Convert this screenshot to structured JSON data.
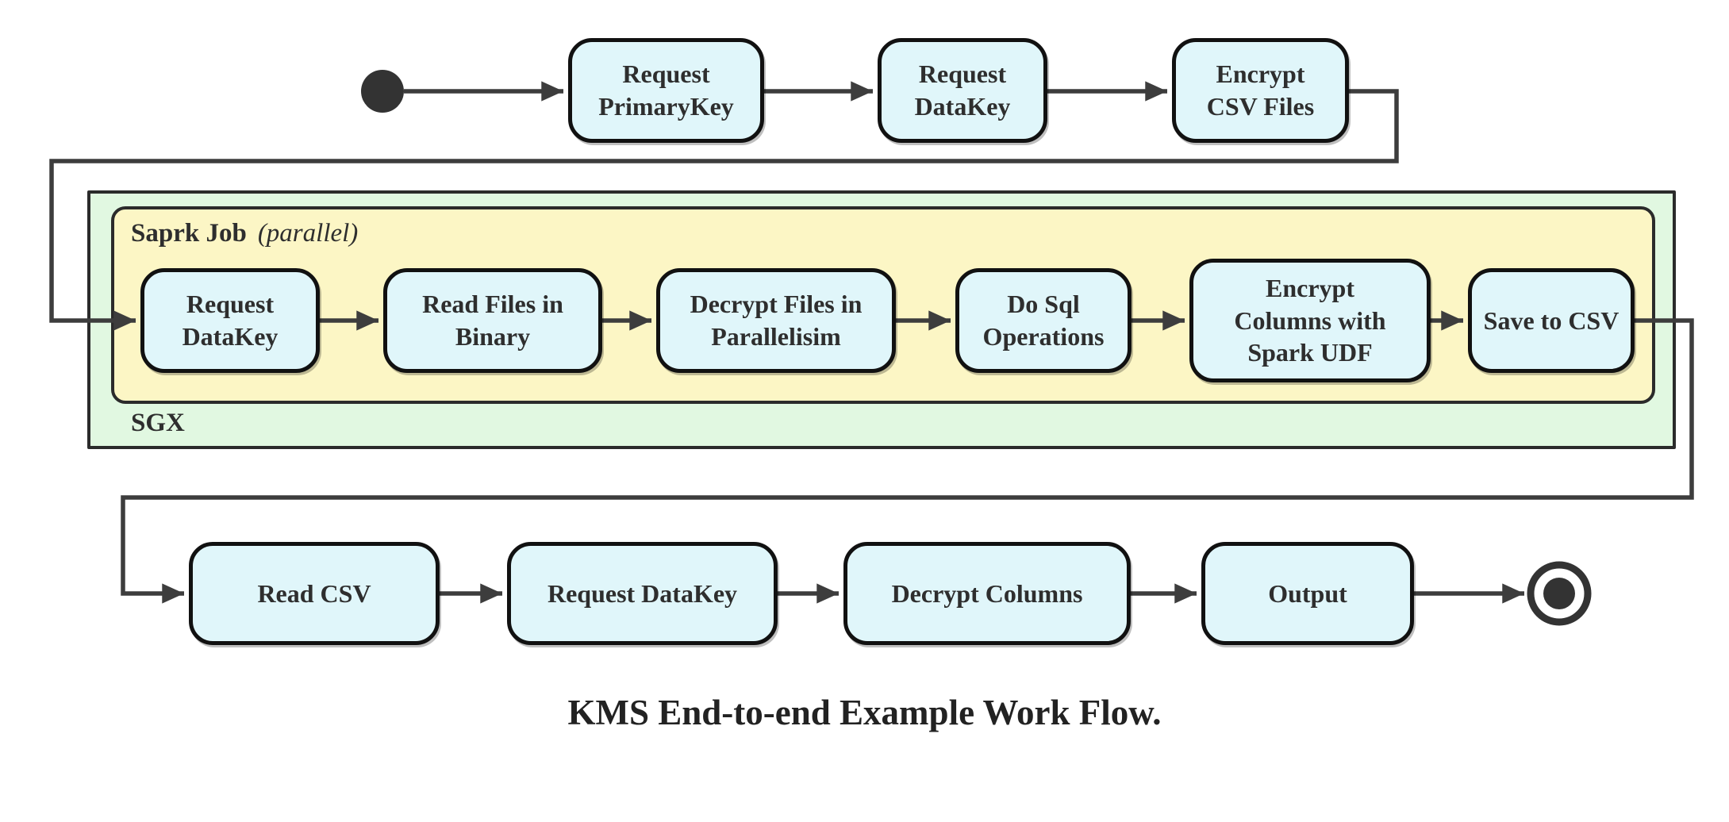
{
  "diagram": {
    "caption": "KMS End-to-end Example Work Flow.",
    "containers": {
      "sgx": {
        "label": "SGX"
      },
      "spark": {
        "label": "Saprk Job",
        "annotation": "(parallel)"
      }
    },
    "nodes": {
      "top": [
        {
          "label": "Request\nPrimaryKey"
        },
        {
          "label": "Request\nDataKey"
        },
        {
          "label": "Encrypt\nCSV Files"
        }
      ],
      "spark": [
        {
          "label": "Request\nDataKey"
        },
        {
          "label": "Read Files in\nBinary"
        },
        {
          "label": "Decrypt Files in\nParallelisim"
        },
        {
          "label": "Do Sql\nOperations"
        },
        {
          "label": "Encrypt\nColumns with\nSpark UDF"
        },
        {
          "label": "Save to CSV"
        }
      ],
      "bottom": [
        {
          "label": "Read CSV"
        },
        {
          "label": "Request DataKey"
        },
        {
          "label": "Decrypt Columns"
        },
        {
          "label": "Output"
        }
      ]
    },
    "terminals": {
      "start": "start",
      "end": "end"
    },
    "colors": {
      "node_fill": "#e0f6fa",
      "node_border": "#111111",
      "spark_fill": "#fcf6c5",
      "sgx_fill": "#e1f8e1",
      "container_border": "#2b2b2b",
      "edge": "#3d3d3d",
      "terminal": "#333333",
      "text": "#2e2e2e"
    }
  }
}
